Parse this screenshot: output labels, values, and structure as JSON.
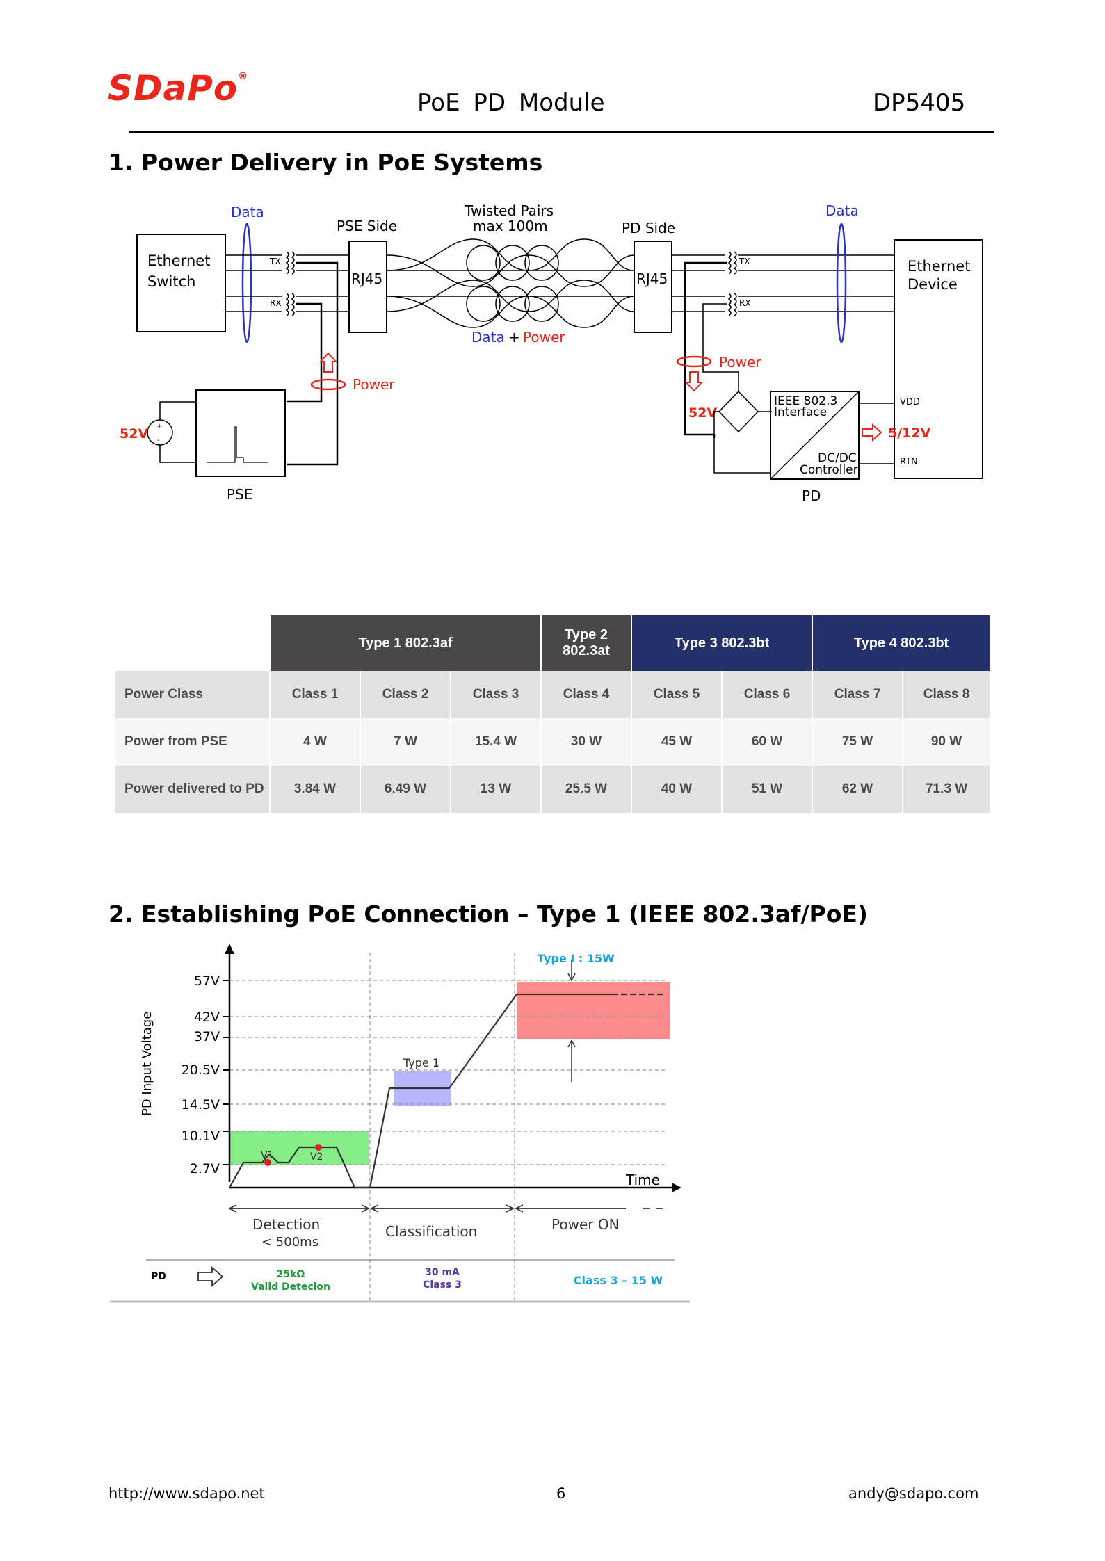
{
  "header": {
    "brand": "SDaPo",
    "registered_mark": "®",
    "doc_title": "PoE PD Module",
    "doc_code": "DP5405"
  },
  "section1": {
    "title": "1. Power Delivery in PoE Systems",
    "diagram": {
      "data_left": "Data",
      "data_right": "Data",
      "ethernet_switch": [
        "Ethernet",
        "Switch"
      ],
      "ethernet_device": [
        "Ethernet",
        "Device"
      ],
      "pse_side": "PSE Side",
      "pd_side": "PD Side",
      "twisted_pairs": [
        "Twisted Pairs",
        "max 100m"
      ],
      "rj45_left": "RJ45",
      "rj45_right": "RJ45",
      "tx": "TX",
      "rx": "RX",
      "data_word": "Data",
      "plus": "+",
      "power_word": "Power",
      "power_left": "Power",
      "power_right": "Power",
      "v52_left": "52V",
      "v52_right": "52V",
      "pse": "PSE",
      "pd": "PD",
      "ieee_interface": [
        "IEEE 802.3",
        "Interface"
      ],
      "dcdc": [
        "DC/DC",
        "Controller"
      ],
      "vdd": "VDD",
      "rtn": "RTN",
      "out_voltage": "5/12V"
    }
  },
  "power_table": {
    "type_headers": [
      {
        "label": "Type 1 802.3af",
        "span": 3
      },
      {
        "label": "Type 2\n802.3at",
        "span": 1
      },
      {
        "label": "Type 3 802.3bt",
        "span": 2
      },
      {
        "label": "Type 4 802.3bt",
        "span": 2
      }
    ],
    "rows": [
      {
        "label": "Power Class",
        "cells": [
          "Class 1",
          "Class 2",
          "Class 3",
          "Class 4",
          "Class 5",
          "Class 6",
          "Class 7",
          "Class 8"
        ]
      },
      {
        "label": "Power from PSE",
        "cells": [
          "4 W",
          "7 W",
          "15.4 W",
          "30 W",
          "45 W",
          "60 W",
          "75 W",
          "90 W"
        ]
      },
      {
        "label": "Power delivered to PD",
        "cells": [
          "3.84 W",
          "6.49 W",
          "13 W",
          "25.5 W",
          "40 W",
          "51 W",
          "62 W",
          "71.3 W"
        ]
      }
    ],
    "colors": {
      "type12": "#4b4647",
      "type34": "#233069"
    }
  },
  "section2": {
    "title": "2. Establishing PoE Connection – Type 1 (IEEE 802.3af/PoE)",
    "chart": {
      "ylabel": "PD Input Voltage",
      "xlabel": "Time",
      "y_ticks": [
        "57V",
        "42V",
        "37V",
        "20.5V",
        "14.5V",
        "10.1V",
        "2.7V"
      ],
      "type_top": "Type I : 15W",
      "type1_box": "Type 1",
      "v1": "V1",
      "v2": "V2",
      "phase_detection": "Detection",
      "phase_detection_sub": "< 500ms",
      "phase_classification": "Classification",
      "phase_power_on": "Power ON",
      "pd_label": "PD",
      "det_value": "25kΩ",
      "det_desc": "Valid Detecion",
      "cls_value": "30 mA",
      "cls_desc": "Class 3",
      "pwr_desc": "Class 3 – 15 W",
      "colors": {
        "detection": "#5ee85e",
        "classification": "#a9a9ff",
        "power": "#ff7f7f",
        "accent_blue": "#1aa3d6",
        "accent_green": "#1e9e3a",
        "accent_purple": "#5b3a9e"
      }
    }
  },
  "footer": {
    "url": "http://www.sdapo.net",
    "page": "6",
    "email": "andy@sdapo.com"
  }
}
